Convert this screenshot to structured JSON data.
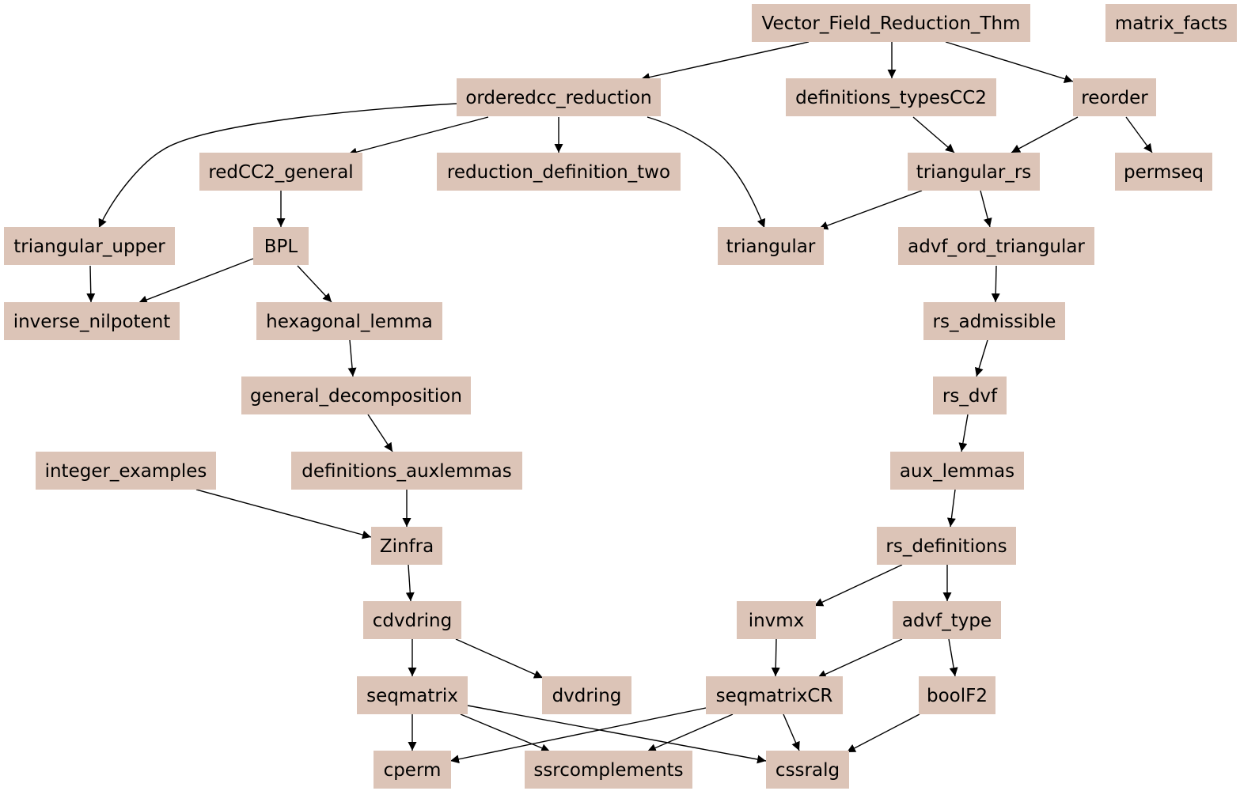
{
  "nodes": [
    {
      "id": "Vector_Field_Reduction_Thm",
      "label": "Vector_Field_Reduction_Thm"
    },
    {
      "id": "matrix_facts",
      "label": "matrix_facts"
    },
    {
      "id": "orderedcc_reduction",
      "label": "orderedcc_reduction"
    },
    {
      "id": "definitions_typesCC2",
      "label": "definitions_typesCC2"
    },
    {
      "id": "reorder",
      "label": "reorder"
    },
    {
      "id": "redCC2_general",
      "label": "redCC2_general"
    },
    {
      "id": "reduction_definition_two",
      "label": "reduction_definition_two"
    },
    {
      "id": "triangular_rs",
      "label": "triangular_rs"
    },
    {
      "id": "permseq",
      "label": "permseq"
    },
    {
      "id": "triangular_upper",
      "label": "triangular_upper"
    },
    {
      "id": "BPL",
      "label": "BPL"
    },
    {
      "id": "triangular",
      "label": "triangular"
    },
    {
      "id": "advf_ord_triangular",
      "label": "advf_ord_triangular"
    },
    {
      "id": "inverse_nilpotent",
      "label": "inverse_nilpotent"
    },
    {
      "id": "hexagonal_lemma",
      "label": "hexagonal_lemma"
    },
    {
      "id": "rs_admissible",
      "label": "rs_admissible"
    },
    {
      "id": "general_decomposition",
      "label": "general_decomposition"
    },
    {
      "id": "rs_dvf",
      "label": "rs_dvf"
    },
    {
      "id": "integer_examples",
      "label": "integer_examples"
    },
    {
      "id": "definitions_auxlemmas",
      "label": "definitions_auxlemmas"
    },
    {
      "id": "aux_lemmas",
      "label": "aux_lemmas"
    },
    {
      "id": "Zinfra",
      "label": "Zinfra"
    },
    {
      "id": "rs_definitions",
      "label": "rs_definitions"
    },
    {
      "id": "cdvdring",
      "label": "cdvdring"
    },
    {
      "id": "invmx",
      "label": "invmx"
    },
    {
      "id": "advf_type",
      "label": "advf_type"
    },
    {
      "id": "seqmatrix",
      "label": "seqmatrix"
    },
    {
      "id": "dvdring",
      "label": "dvdring"
    },
    {
      "id": "seqmatrixCR",
      "label": "seqmatrixCR"
    },
    {
      "id": "boolF2",
      "label": "boolF2"
    },
    {
      "id": "cperm",
      "label": "cperm"
    },
    {
      "id": "ssrcomplements",
      "label": "ssrcomplements"
    },
    {
      "id": "cssralg",
      "label": "cssralg"
    }
  ],
  "edges": [
    {
      "from": "Vector_Field_Reduction_Thm",
      "to": "orderedcc_reduction"
    },
    {
      "from": "Vector_Field_Reduction_Thm",
      "to": "definitions_typesCC2"
    },
    {
      "from": "Vector_Field_Reduction_Thm",
      "to": "reorder"
    },
    {
      "from": "orderedcc_reduction",
      "to": "triangular_upper"
    },
    {
      "from": "orderedcc_reduction",
      "to": "redCC2_general"
    },
    {
      "from": "orderedcc_reduction",
      "to": "reduction_definition_two"
    },
    {
      "from": "orderedcc_reduction",
      "to": "triangular"
    },
    {
      "from": "definitions_typesCC2",
      "to": "triangular_rs"
    },
    {
      "from": "reorder",
      "to": "triangular_rs"
    },
    {
      "from": "reorder",
      "to": "permseq"
    },
    {
      "from": "redCC2_general",
      "to": "BPL"
    },
    {
      "from": "triangular_rs",
      "to": "triangular"
    },
    {
      "from": "triangular_rs",
      "to": "advf_ord_triangular"
    },
    {
      "from": "triangular_upper",
      "to": "inverse_nilpotent"
    },
    {
      "from": "BPL",
      "to": "inverse_nilpotent"
    },
    {
      "from": "BPL",
      "to": "hexagonal_lemma"
    },
    {
      "from": "advf_ord_triangular",
      "to": "rs_admissible"
    },
    {
      "from": "hexagonal_lemma",
      "to": "general_decomposition"
    },
    {
      "from": "rs_admissible",
      "to": "rs_dvf"
    },
    {
      "from": "general_decomposition",
      "to": "definitions_auxlemmas"
    },
    {
      "from": "rs_dvf",
      "to": "aux_lemmas"
    },
    {
      "from": "integer_examples",
      "to": "Zinfra"
    },
    {
      "from": "definitions_auxlemmas",
      "to": "Zinfra"
    },
    {
      "from": "aux_lemmas",
      "to": "rs_definitions"
    },
    {
      "from": "Zinfra",
      "to": "cdvdring"
    },
    {
      "from": "rs_definitions",
      "to": "invmx"
    },
    {
      "from": "rs_definitions",
      "to": "advf_type"
    },
    {
      "from": "cdvdring",
      "to": "seqmatrix"
    },
    {
      "from": "cdvdring",
      "to": "dvdring"
    },
    {
      "from": "invmx",
      "to": "seqmatrixCR"
    },
    {
      "from": "advf_type",
      "to": "seqmatrixCR"
    },
    {
      "from": "advf_type",
      "to": "boolF2"
    },
    {
      "from": "seqmatrix",
      "to": "cperm"
    },
    {
      "from": "seqmatrix",
      "to": "ssrcomplements"
    },
    {
      "from": "seqmatrix",
      "to": "cssralg"
    },
    {
      "from": "seqmatrixCR",
      "to": "cperm"
    },
    {
      "from": "seqmatrixCR",
      "to": "ssrcomplements"
    },
    {
      "from": "seqmatrixCR",
      "to": "cssralg"
    },
    {
      "from": "boolF2",
      "to": "cssralg"
    }
  ]
}
